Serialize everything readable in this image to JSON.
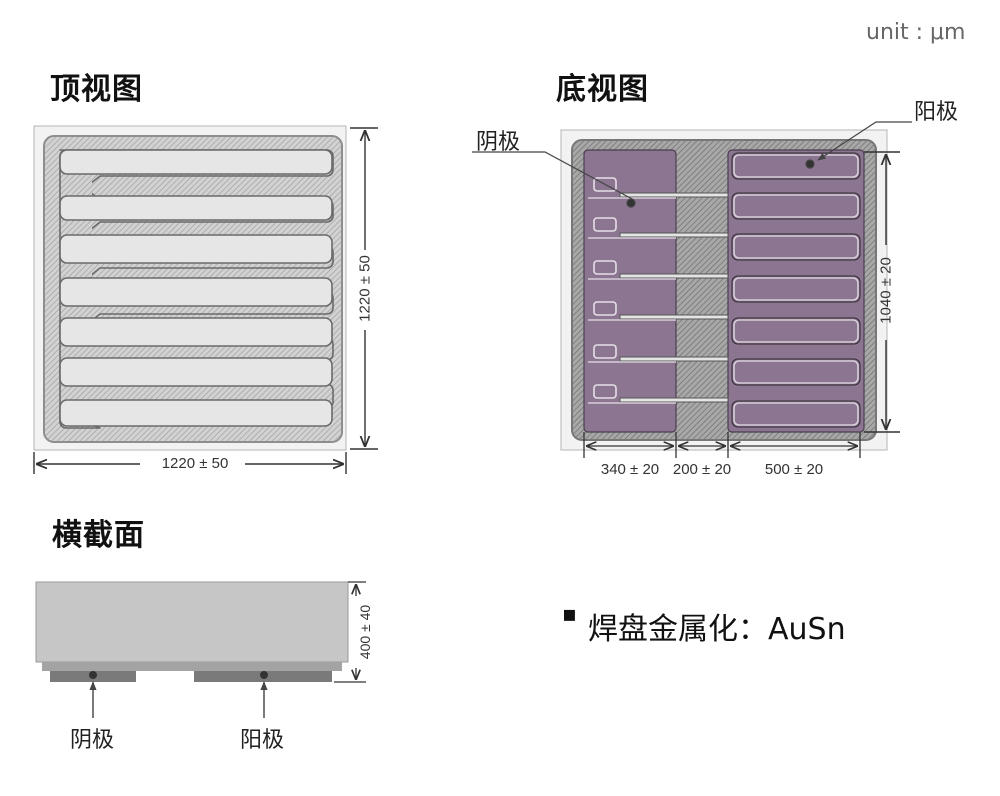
{
  "unit_label": "unit : μm",
  "top_view": {
    "title": "顶视图",
    "height_dim": "1220 ± 50",
    "width_dim": "1220 ± 50"
  },
  "bottom_view": {
    "title": "底视图",
    "cathode_label": "阴极",
    "anode_label": "阳极",
    "height_dim": "1040 ± 20",
    "seg1_dim": "340 ± 20",
    "seg2_dim": "200 ± 20",
    "seg3_dim": "500 ± 20"
  },
  "cross_section": {
    "title": "横截面",
    "height_dim": "400 ± 40",
    "cathode_label": "阴极",
    "anode_label": "阳极"
  },
  "metallization": {
    "bullet": "▪",
    "text": "焊盘金属化：AuSn"
  },
  "colors": {
    "pad_purple": "#8b7590",
    "chip_grey": "#c8c8c8",
    "frame_grey": "#a9a9a9"
  }
}
